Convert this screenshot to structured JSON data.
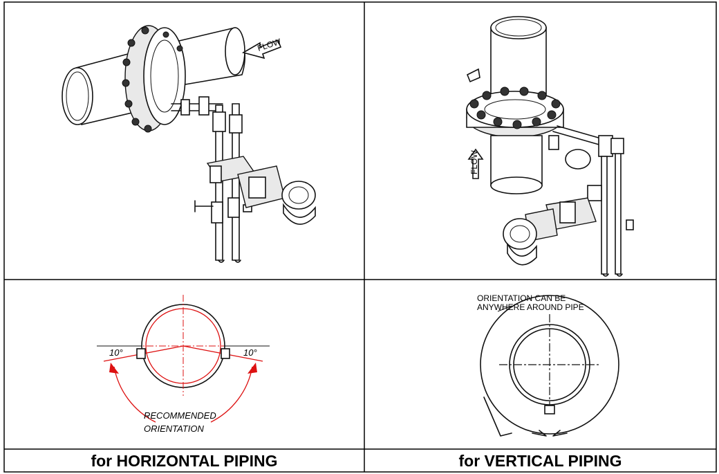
{
  "panels": {
    "horizontal": {
      "flow_label": "FLOW",
      "angle_left": "10°",
      "angle_right": "10°",
      "note_line1": "RECOMMENDED",
      "note_line2": "ORIENTATION",
      "caption": "for HORIZONTAL PIPING"
    },
    "vertical": {
      "flow_label": "FLOW",
      "note_line1": "ORIENTATION CAN BE",
      "note_line2": "ANYWHERE AROUND PIPE",
      "caption": "for VERTICAL PIPING"
    }
  },
  "colors": {
    "accent_red": "#d11111",
    "line": "#111111"
  }
}
